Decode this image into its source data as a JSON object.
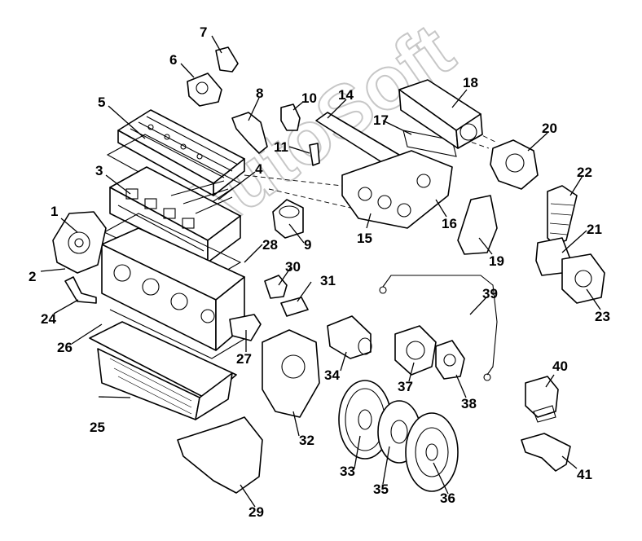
{
  "watermark": "AutoSoft",
  "callouts": [
    "1",
    "2",
    "3",
    "4",
    "5",
    "6",
    "7",
    "8",
    "9",
    "10",
    "11",
    "14",
    "15",
    "16",
    "17",
    "18",
    "19",
    "20",
    "21",
    "22",
    "23",
    "24",
    "25",
    "26",
    "27",
    "28",
    "29",
    "30",
    "31",
    "32",
    "33",
    "34",
    "35",
    "36",
    "37",
    "38",
    "39",
    "40",
    "41"
  ],
  "chart_data": {
    "type": "diagram",
    "description_kind": "exploded-parts",
    "labels": [
      "1",
      "2",
      "3",
      "4",
      "5",
      "6",
      "7",
      "8",
      "9",
      "10",
      "11",
      "14",
      "15",
      "16",
      "17",
      "18",
      "19",
      "20",
      "21",
      "22",
      "23",
      "24",
      "25",
      "26",
      "27",
      "28",
      "29",
      "30",
      "31",
      "32",
      "33",
      "34",
      "35",
      "36",
      "37",
      "38",
      "39",
      "40",
      "41"
    ]
  }
}
